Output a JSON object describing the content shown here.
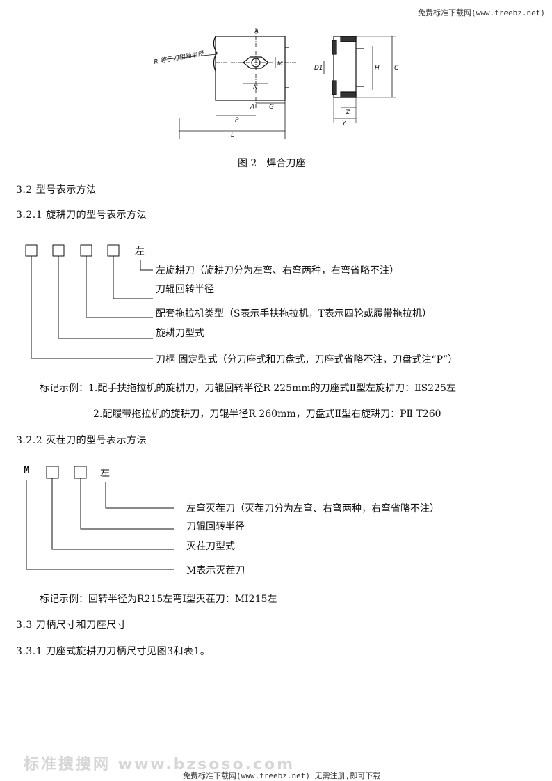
{
  "header": {
    "site": "免费标准下载网(www.freebz.net)"
  },
  "figure2": {
    "caption": "图 2　焊合刀座",
    "labels": {
      "A_top": "A",
      "A_mid": "A",
      "R_note": "R 等于刀辊轴半径",
      "M": "M",
      "N": "N",
      "G": "G",
      "P": "P",
      "L": "L",
      "D1": "D1",
      "H": "H",
      "C": "C",
      "Z": "Z",
      "Y": "Y"
    }
  },
  "sections": {
    "s32": "3.2  型号表示方法",
    "s321": "3.2.1  旋耕刀的型号表示方法",
    "s322": "3.2.2  灭茬刀的型号表示方法",
    "s33": "3.3  刀柄尺寸和刀座尺寸",
    "s331": "3.3.1  刀座式旋耕刀刀柄尺寸见图3和表1。"
  },
  "rotary_scheme": {
    "suffix": "左",
    "lines": [
      "左旋耕刀（旋耕刀分为左弯、右弯两种，右弯省略不注）",
      "刀辊回转半径",
      "配套拖拉机类型（S表示手扶拖拉机，T表示四轮或履带拖拉机）",
      "旋耕刀型式",
      "刀柄 固定型式（分刀座式和刀盘式，刀座式省略不注，刀盘式注“P”）"
    ],
    "example1": "标记示例：1.配手扶拖拉机的旋耕刀，刀辊回转半径R 225mm的刀座式Ⅱ型左旋耕刀：ⅡS225左",
    "example2": "2.配履带拖拉机的旋耕刀，刀辊半径R 260mm，刀盘式Ⅱ型右旋耕刀：PⅡ T260"
  },
  "stubble_scheme": {
    "prefix": "M",
    "suffix": "左",
    "lines": [
      "左弯灭茬刀（灭茬刀分为左弯、右弯两种，右弯省略不注）",
      "刀辊回转半径",
      "灭茬刀型式",
      "M表示灭茬刀"
    ],
    "example": "标记示例：回转半径为R215左弯Ⅰ型灭茬刀：MⅠ215左"
  },
  "footer": {
    "text": "免费标准下载网(www.freebz.net) 无需注册,即可下载",
    "watermark": "标准搜搜网  www.bzsoso.com"
  }
}
